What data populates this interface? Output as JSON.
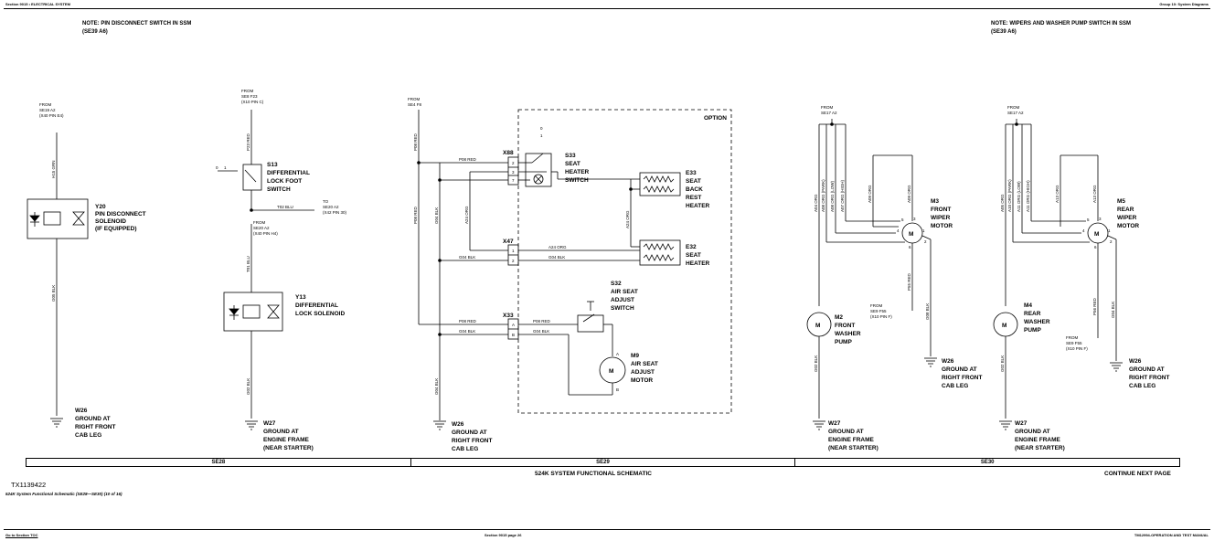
{
  "header": {
    "left": "Section 9015 • ELECTRICAL SYSTEM",
    "right": "Group 10: System Diagrams"
  },
  "notes": {
    "left_line1": "NOTE: PIN DISCONNECT SWITCH IN SSM",
    "left_line2": "(SE39 A6)",
    "right_line1": "NOTE: WIPERS AND WASHER PUMP SWITCH IN SSM",
    "right_line2": "(SE39 A6)"
  },
  "sections": [
    "SE28",
    "SE29",
    "SE30"
  ],
  "schematic_title": "524K SYSTEM FUNCTIONAL SCHEMATIC",
  "continue_label": "CONTINUE NEXT PAGE",
  "figure_id": "TX1139422",
  "caption": "524K System Functional Schematic (SE28—SE30) (10 of 16)",
  "footer": {
    "left": "Go to Section TOC",
    "center": "Section 9015 page 26",
    "right": "TM12994-OPERATION AND TEST MANUAL"
  },
  "option_label": "OPTION",
  "components": {
    "y20": [
      "Y20",
      "PIN DISCONNECT",
      "SOLENOID",
      "(IF EQUIPPED)"
    ],
    "s13": [
      "S13",
      "DIFFERENTIAL",
      "LOCK FOOT",
      "SWITCH"
    ],
    "y13": [
      "Y13",
      "DIFFERENTIAL",
      "LOCK SOLENOID"
    ],
    "s33": [
      "S33",
      "SEAT",
      "HEATER",
      "SWITCH"
    ],
    "e33": [
      "E33",
      "SEAT",
      "BACK",
      "REST",
      "HEATER"
    ],
    "e32": [
      "E32",
      "SEAT",
      "HEATER"
    ],
    "s32": [
      "S32",
      "AIR SEAT",
      "ADJUST",
      "SWITCH"
    ],
    "m9": [
      "M9",
      "AIR SEAT",
      "ADJUST",
      "MOTOR"
    ],
    "m3": [
      "M3",
      "FRONT",
      "WIPER",
      "MOTOR"
    ],
    "m2": [
      "M2",
      "FRONT",
      "WASHER",
      "PUMP"
    ],
    "m5": [
      "M5",
      "REAR",
      "WIPER",
      "MOTOR"
    ],
    "m4": [
      "M4",
      "REAR",
      "WASHER",
      "PUMP"
    ]
  },
  "grounds": {
    "g1": [
      "W26",
      "GROUND AT",
      "RIGHT FRONT",
      "CAB LEG"
    ],
    "g2": [
      "W27",
      "GROUND AT",
      "ENGINE FRAME",
      "(NEAR STARTER)"
    ],
    "g3": [
      "W26",
      "GROUND AT",
      "RIGHT FRONT",
      "CAB LEG"
    ],
    "g4": [
      "W27",
      "GROUND AT",
      "ENGINE FRAME",
      "(NEAR STARTER)"
    ],
    "g5": [
      "W26",
      "GROUND AT",
      "RIGHT FRONT",
      "CAB LEG"
    ],
    "g6": [
      "W27",
      "GROUND AT",
      "ENGINE FRAME",
      "(NEAR STARTER)"
    ],
    "g7": [
      "W26",
      "GROUND AT",
      "RIGHT FRONT",
      "CAB LEG"
    ]
  },
  "from_refs": {
    "f1": [
      "FROM",
      "SE19 A2",
      "(X40 PIN E4)"
    ],
    "f2": [
      "FROM",
      "SE8 F23",
      "(X10 PIN C)"
    ],
    "f3": [
      "FROM",
      "SE20 A2",
      "(X40 PIN H4)"
    ],
    "f4": [
      "FROM",
      "SE4 F8"
    ],
    "f5": [
      "FROM",
      "SE17 A2"
    ],
    "f6": [
      "FROM",
      "SE9 F55",
      "(X10 PIN F)"
    ],
    "f7": [
      "FROM",
      "SE17 A2"
    ],
    "f8": [
      "FROM",
      "SE9 F55",
      "(X10 PIN F)"
    ],
    "to1": [
      "TO",
      "SE20 A2",
      "(X42 PIN 30)"
    ]
  },
  "connectors": {
    "x88": "X88",
    "x47": "X47",
    "x33": "X33",
    "x88_pins": [
      "2",
      "3",
      "7"
    ],
    "x47_pins": [
      "1",
      "2"
    ],
    "x33_pins": [
      "A",
      "B"
    ]
  },
  "wires": {
    "h15": "H15 GRN",
    "g05": "G05 BLK",
    "p23": "P23 RED",
    "t02": "T02 BLU",
    "t01": "T01 BLU",
    "g02a": "G02 BLK",
    "p08a": "P08 RED",
    "p08b": "P08 RED",
    "p08c": "P08 RED",
    "p08d": "P08 RED",
    "g04a": "G04 BLK",
    "g04b": "G04 BLK",
    "g04c": "G04 BLK",
    "g04d": "G04 BLK",
    "g04e": "G04 BLK",
    "g04f": "G04 BLK",
    "a24a": "A24 ORG",
    "a24b": "A24 ORG",
    "a24c": "A24 ORG",
    "a04": "A04 ORG",
    "a08p": "A08 ORG (PARK)",
    "a08l": "A08 ORG (LOW)",
    "a07h": "A07 ORG (HIGH)",
    "a09": "A09 ORG",
    "a09b": "A09 ORG",
    "p55": "P55 RED",
    "g08a": "G08 BLK",
    "g02b": "G02 BLK",
    "a05": "A05 ORG",
    "a10p": "A10 ORG (PARK)",
    "a11l": "A11 ORG (LOW)",
    "a11h": "A11 ORG (HIGH)",
    "a13": "A13 ORG",
    "a13b": "A13 ORG",
    "p56": "P56 RED",
    "g04g": "G04 BLK",
    "g02c": "G02 BLK"
  },
  "pins": {
    "m3": [
      "5",
      "3",
      "4",
      "1",
      "6",
      "2"
    ],
    "m5": [
      "5",
      "3",
      "4",
      "1",
      "6",
      "2"
    ],
    "s33_pos": [
      "0",
      "1"
    ],
    "s13_pos": [
      "0",
      "1"
    ],
    "m9": [
      "A",
      "B"
    ]
  },
  "colors": {
    "line": "#000000",
    "background": "#ffffff"
  }
}
